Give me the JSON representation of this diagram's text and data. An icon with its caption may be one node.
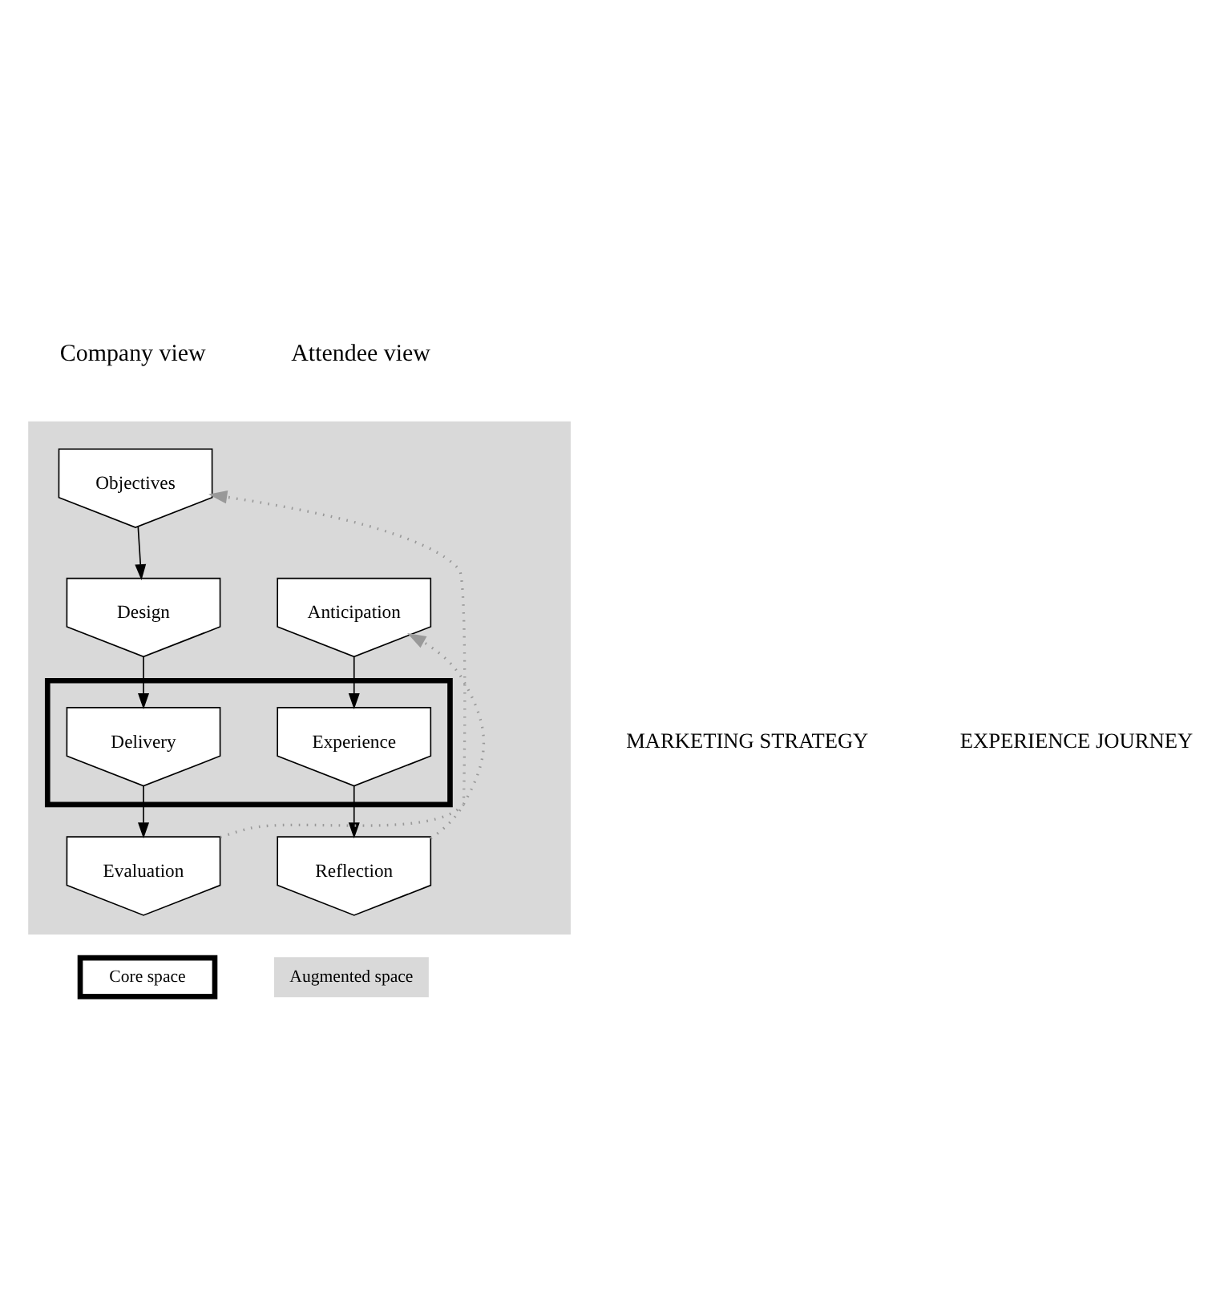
{
  "diagram": {
    "nodes": [
      {
        "text": [],
        "shape": "box"
      },
      {
        "text": [
          "Objectives"
        ],
        "in": 0
      },
      {
        "text": [
          "Design"
        ],
        "in": 0
      },
      {
        "text": [],
        "shape": "box",
        "in": 0
      },
      {
        "text": [
          "Delivery"
        ],
        "in": 3
      },
      {
        "text": [
          "Evaluation"
        ],
        "in": 0
      },
      {
        "text": [
          "Anticipation"
        ],
        "in": 0
      },
      {
        "text": [
          "Experience"
        ],
        "in": 3
      },
      {
        "text": [
          "Reflection"
        ],
        "in": 0
      }
    ],
    "edges": [
      {
        "from": 1,
        "to": 2,
        "arrow": "to"
      },
      {
        "from": 2,
        "to": 4,
        "arrow": "to"
      },
      {
        "from": 4,
        "to": 5,
        "arrow": "to"
      },
      {
        "from": 6,
        "to": 7,
        "arrow": "to"
      },
      {
        "from": 7,
        "to": 8,
        "arrow": "to"
      },
      {
        "from": 5,
        "to": 1,
        "arrow": "to",
        "style": "dashed",
        "color": "#999999"
      },
      {
        "from": 8,
        "to": 6,
        "arrow": "to",
        "style": "dashed",
        "color": "#999999"
      }
    ],
    "labels": [
      "Company view",
      "Attendee view",
      "MARKETING STRATEGY",
      "EXPERIENCE JOURNEY"
    ],
    "legend": [
      {
        "text": "Core space"
      },
      {
        "text": "Augmented space",
        "color": "#d9d9d9"
      }
    ]
  }
}
